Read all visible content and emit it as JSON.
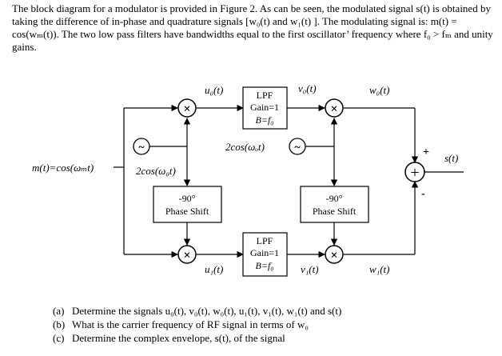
{
  "intro": "The block diagram for a modulator is provided in Figure 2. As can be seen, the modulated signal s(t) is obtained by taking the difference of in-phase and quadrature signals [w₀(t) and w₁(t) ]. The modulating signal is: m(t) = cos(wₘ(t)). The two low pass filters have bandwidths equal to the first oscillator’ frequency where f₀ > fₘ and unity gains.",
  "diagram": {
    "input_label": "m(t)=cos(ωₘt)",
    "osc1_label": "2cos(ω₀t)",
    "osc2_label": "2cos(ωₒt)",
    "output_label": "s(t)",
    "lpf_top": {
      "line1": "LPF",
      "line2": "Gain=1",
      "line3": "B=f₀"
    },
    "lpf_bottom": {
      "line1": "LPF",
      "line2": "Gain=1",
      "line3": "B=f₀"
    },
    "phase_left": {
      "line1": "-90°",
      "line2": "Phase Shift"
    },
    "phase_right": {
      "line1": "-90°",
      "line2": "Phase Shift"
    },
    "signals": {
      "u0": "u₀(t)",
      "v0": "v₀(t)",
      "w0": "w₀(t)",
      "u1": "u₁(t)",
      "v1": "v₁(t)",
      "w1": "w₁(t)"
    },
    "sum_plus": "+",
    "sum_minus": "-",
    "osc_symbol": "~",
    "mult_symbol": "×",
    "sum_symbol": "+"
  },
  "questions": [
    {
      "label": "(a)",
      "text": "Determine the signals u₀(t), v₀(t), w₀(t), u₁(t), v₁(t), w₁(t) and s(t)"
    },
    {
      "label": "(b)",
      "text": "What is the carrier frequency of RF signal in terms of w₀"
    },
    {
      "label": "(c)",
      "text": "Determine the complex envelope, s(t), of the signal"
    }
  ]
}
